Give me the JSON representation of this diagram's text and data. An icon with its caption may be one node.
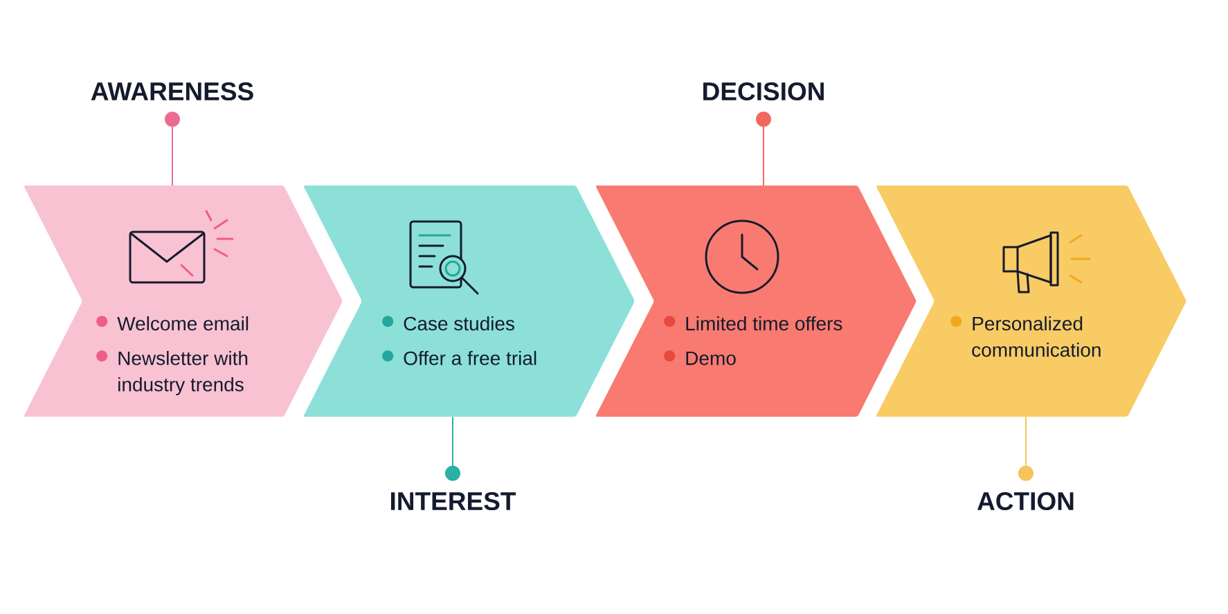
{
  "diagram": {
    "nodes": [
      {
        "text": [
          "Welcome email",
          "Newsletter with industry trends"
        ]
      },
      {
        "text": [
          "Case studies",
          "Offer a free trial"
        ]
      },
      {
        "text": [
          "Limited time offers",
          "Demo"
        ]
      },
      {
        "text": [
          "Personalized communication"
        ]
      },
      {
        "text": [
          "AWARENESS"
        ]
      },
      {
        "text": [
          "INTEREST"
        ]
      },
      {
        "text": [
          "DECISION"
        ]
      },
      {
        "text": [
          "ACTION"
        ]
      }
    ],
    "edges": [
      {
        "from": 4,
        "to": 0,
        "arrow": "other",
        "color": "#ef6a92"
      },
      {
        "from": 5,
        "to": 1,
        "arrow": "other",
        "color": "#2bb0a4"
      },
      {
        "from": 6,
        "to": 2,
        "arrow": "other",
        "color": "#f2685e"
      },
      {
        "from": 7,
        "to": 3,
        "arrow": "other",
        "color": "#f5c45a"
      }
    ]
  }
}
